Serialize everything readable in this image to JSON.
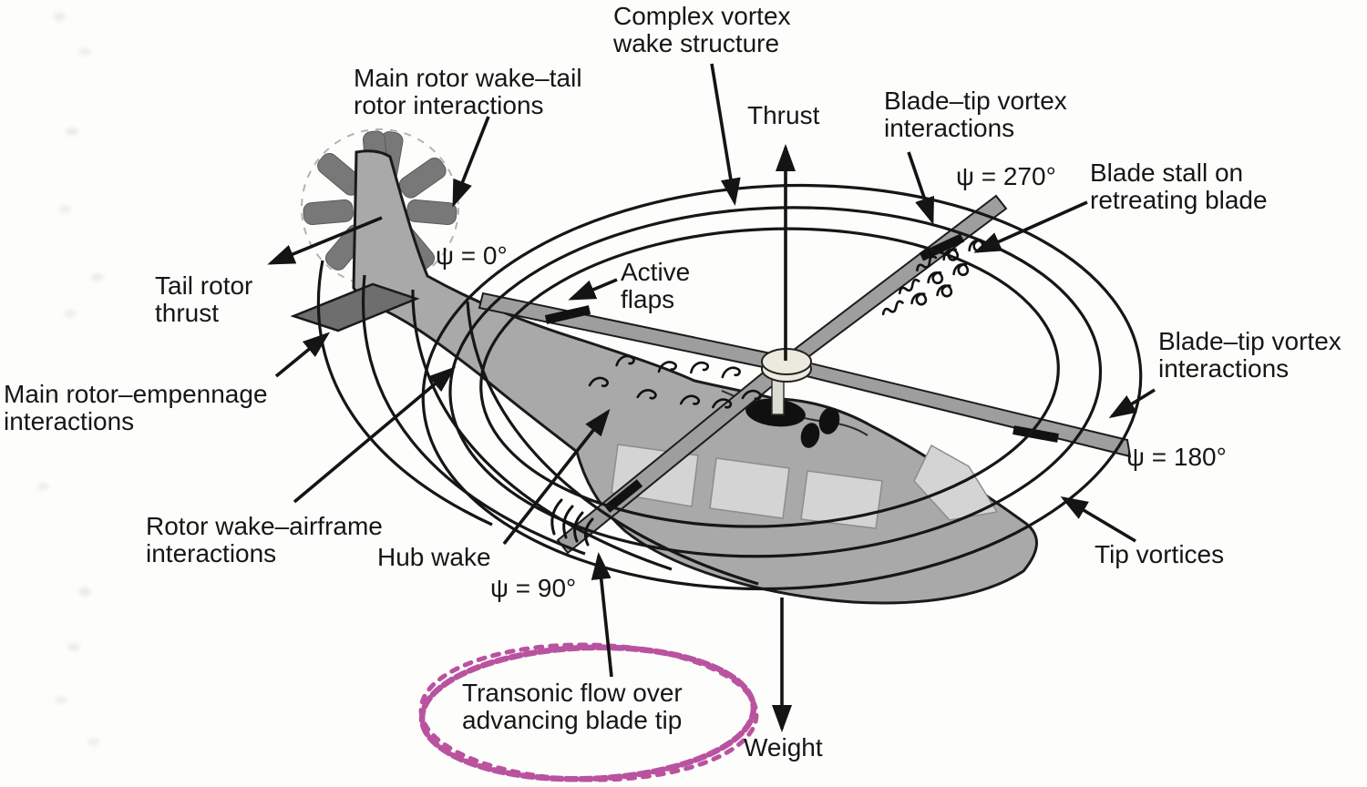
{
  "figure": {
    "subject": "Helicopter rotor aerodynamic interactions diagram",
    "colors": {
      "ink": "#161616",
      "body_gray": "#a9a9a9",
      "dark_gray": "#6e6e6e",
      "light_gray": "#d4d4d4",
      "highlight_magenta": "#b9539f"
    }
  },
  "labels": {
    "complex_vortex": {
      "line1": "Complex vortex",
      "line2": "wake structure"
    },
    "main_rotor_wake_tail": {
      "line1": "Main rotor wake–tail",
      "line2": "rotor interactions"
    },
    "thrust": {
      "text": "Thrust"
    },
    "blade_tip_vortex_upper": {
      "line1": "Blade–tip vortex",
      "line2": "interactions"
    },
    "psi_270": {
      "text": "ψ = 270°"
    },
    "blade_stall": {
      "line1": "Blade stall on",
      "line2": "retreating blade"
    },
    "psi_0": {
      "text": "ψ = 0°"
    },
    "active_flaps": {
      "line1": "Active",
      "line2": "flaps"
    },
    "tail_rotor_thrust": {
      "line1": "Tail rotor",
      "line2": "thrust"
    },
    "main_rotor_empennage": {
      "line1": "Main rotor–empennage",
      "line2": "interactions"
    },
    "blade_tip_vortex_right": {
      "line1": "Blade–tip vortex",
      "line2": "interactions"
    },
    "psi_180": {
      "text": "ψ = 180°"
    },
    "rotor_wake_airframe": {
      "line1": "Rotor wake–airframe",
      "line2": "interactions"
    },
    "hub_wake": {
      "text": "Hub wake"
    },
    "psi_90": {
      "text": "ψ = 90°"
    },
    "tip_vortices": {
      "text": "Tip vortices"
    },
    "transonic": {
      "line1": "Transonic flow over",
      "line2": "advancing blade tip"
    },
    "weight": {
      "text": "Weight"
    }
  }
}
